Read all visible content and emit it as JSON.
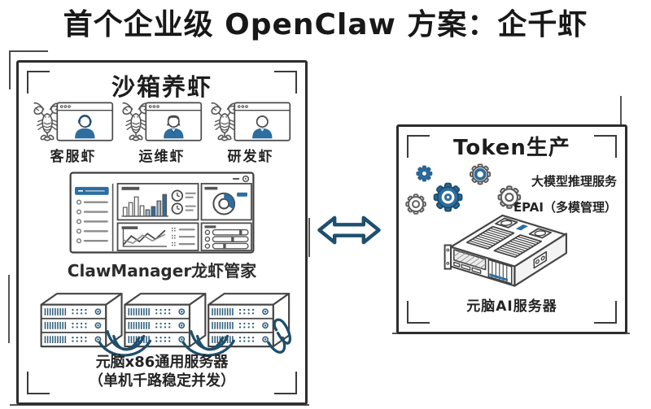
{
  "title": "首个企业级 OpenClaw 方案：企千虾",
  "left_panel": {
    "title": "沙箱养虾",
    "agents": [
      {
        "label": "客服虾",
        "icon": "lobster-icon"
      },
      {
        "label": "运维虾",
        "icon": "lobster-icon"
      },
      {
        "label": "研发虾",
        "icon": "lobster-icon"
      }
    ],
    "dashboard_label": "ClawManager龙虾管家",
    "servers_label": "元脑x86通用服务器",
    "servers_sublabel": "（单机千路稳定并发）"
  },
  "connector": {
    "icon": "double-arrow-icon"
  },
  "right_panel": {
    "title": "Token生产",
    "services": [
      "大模型推理服务",
      "EPAI（多模管理）"
    ],
    "server_label": "元脑AI服务器"
  },
  "colors": {
    "ink": "#2d2d2d",
    "accent_blue": "#2d6d9f",
    "deep_blue": "#1e4f70"
  }
}
